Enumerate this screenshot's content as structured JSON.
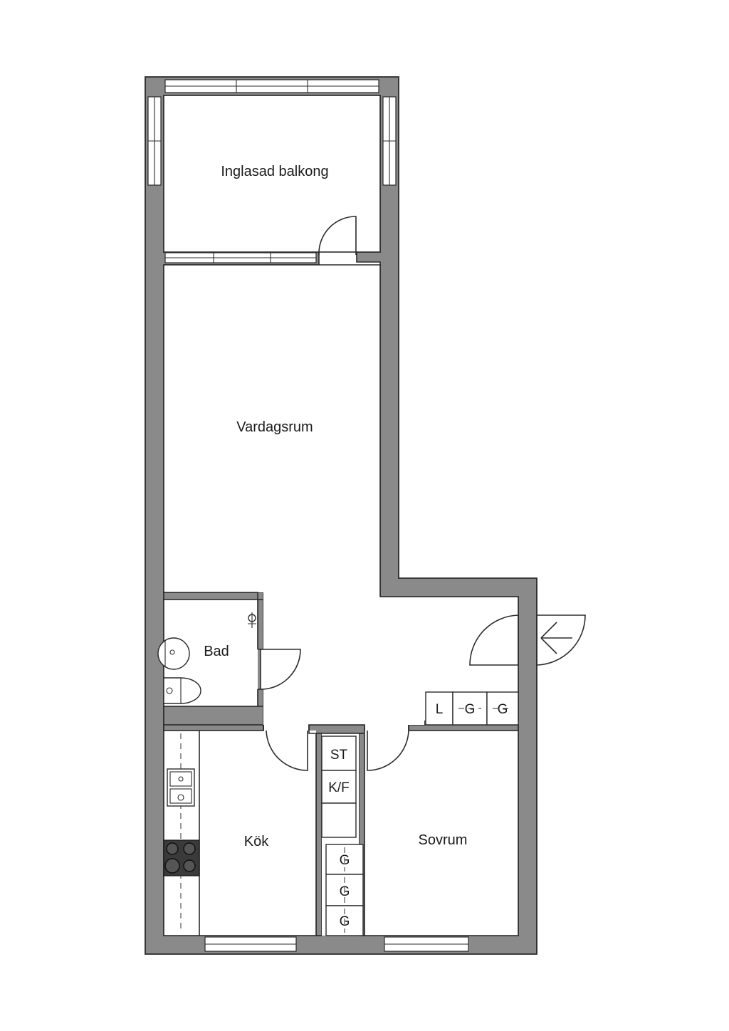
{
  "rooms": {
    "balcony": "Inglasad balkong",
    "living": "Vardagsrum",
    "bath": "Bad",
    "kitchen": "Kök",
    "bedroom": "Sovrum"
  },
  "cabinets": {
    "hall_l": "L",
    "hall_g1": "G",
    "hall_g2": "G",
    "st": "ST",
    "kf": "K/F",
    "bed_g1": "G",
    "bed_g2": "G",
    "bed_g3": "G"
  },
  "colors": {
    "wall": "#8a8a8a",
    "line": "#2b2b2b",
    "background": "#ffffff"
  }
}
